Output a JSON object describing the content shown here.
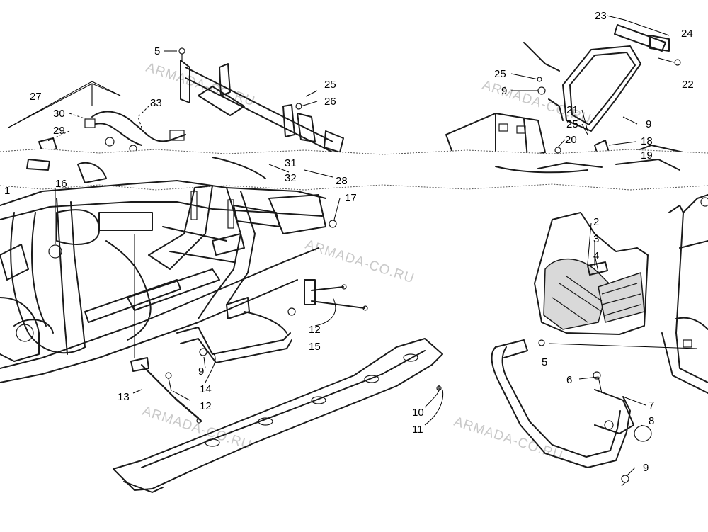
{
  "watermark": "ARMADA-CO.RU",
  "callouts": {
    "c1": "1",
    "c2": "2",
    "c3": "3",
    "c4": "4",
    "c5a": "5",
    "c5b": "5",
    "c6": "6",
    "c7": "7",
    "c8": "8",
    "c9a": "9",
    "c9b": "9",
    "c9c": "9",
    "c9d": "9",
    "c10": "10",
    "c11": "11",
    "c12a": "12",
    "c12b": "12",
    "c13": "13",
    "c14": "14",
    "c15": "15",
    "c16": "16",
    "c17": "17",
    "c18": "18",
    "c19": "19",
    "c20": "20",
    "c21": "21",
    "c22": "22",
    "c23": "23",
    "c24": "24",
    "c25a": "25",
    "c25b": "25",
    "c25c": "25",
    "c26": "26",
    "c27": "27",
    "c28": "28",
    "c29": "29",
    "c30": "30",
    "c31": "31",
    "c32": "32",
    "c33": "33"
  }
}
